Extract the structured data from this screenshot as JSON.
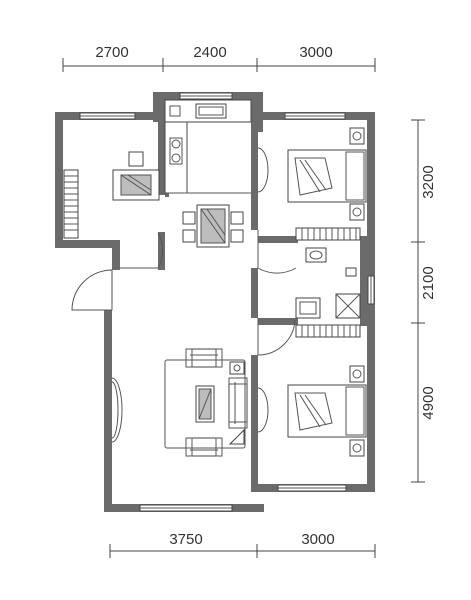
{
  "dimensions": {
    "top": [
      "2700",
      "2400",
      "3000"
    ],
    "bottom": [
      "3750",
      "3000"
    ],
    "right": [
      "3200",
      "2100",
      "4900"
    ]
  },
  "colors": {
    "wall": "#6b6b6b",
    "line": "#444444",
    "background": "#ffffff"
  }
}
